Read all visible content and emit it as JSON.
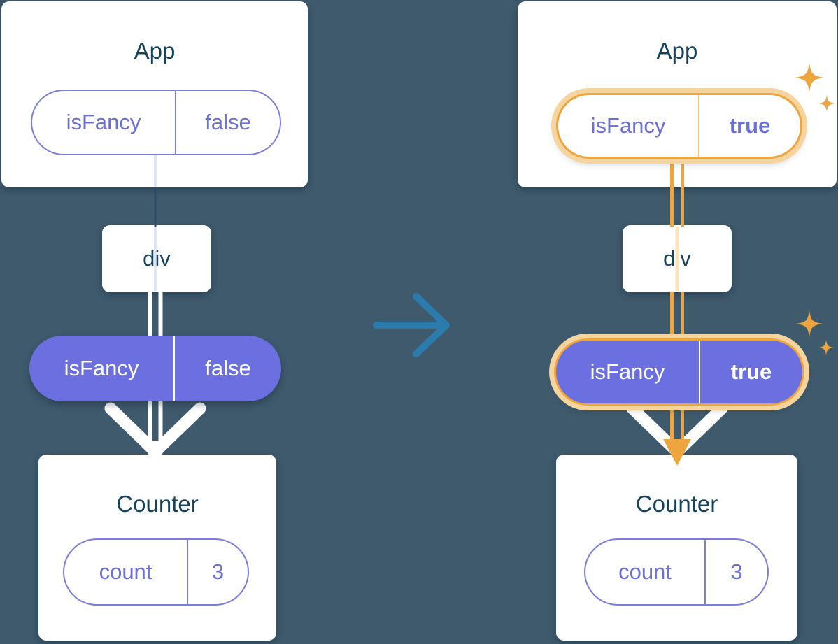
{
  "colors": {
    "bg": "#3f5a6d",
    "card_bg": "#ffffff",
    "title_text": "#16435c",
    "purple_text": "#6b6fd8",
    "purple_border": "#7b7ddc",
    "purple_fill": "#6c6fe0",
    "orange": "#efa53e",
    "orange_glow": "#f6d49e",
    "orange_soft": "#f3c078",
    "faint_left": "#dbe2f0",
    "faint_right": "#fae4c0",
    "link_line": "#2c4a63",
    "arrow_blue": "#2b7cad"
  },
  "trees": {
    "before": {
      "app": {
        "title": "App",
        "state": {
          "key": "isFancy",
          "value": "false"
        }
      },
      "container": {
        "label": "div"
      },
      "prop": {
        "key": "isFancy",
        "value": "false"
      },
      "counter": {
        "title": "Counter",
        "state": {
          "key": "count",
          "value": "3"
        }
      }
    },
    "after": {
      "app": {
        "title": "App",
        "state": {
          "key": "isFancy",
          "value": "true"
        }
      },
      "container": {
        "label": "div"
      },
      "prop": {
        "key": "isFancy",
        "value": "true"
      },
      "counter": {
        "title": "Counter",
        "state": {
          "key": "count",
          "value": "3"
        }
      }
    }
  },
  "icons": {
    "transition": "right-arrow-icon",
    "highlight": "sparkle-icon"
  }
}
